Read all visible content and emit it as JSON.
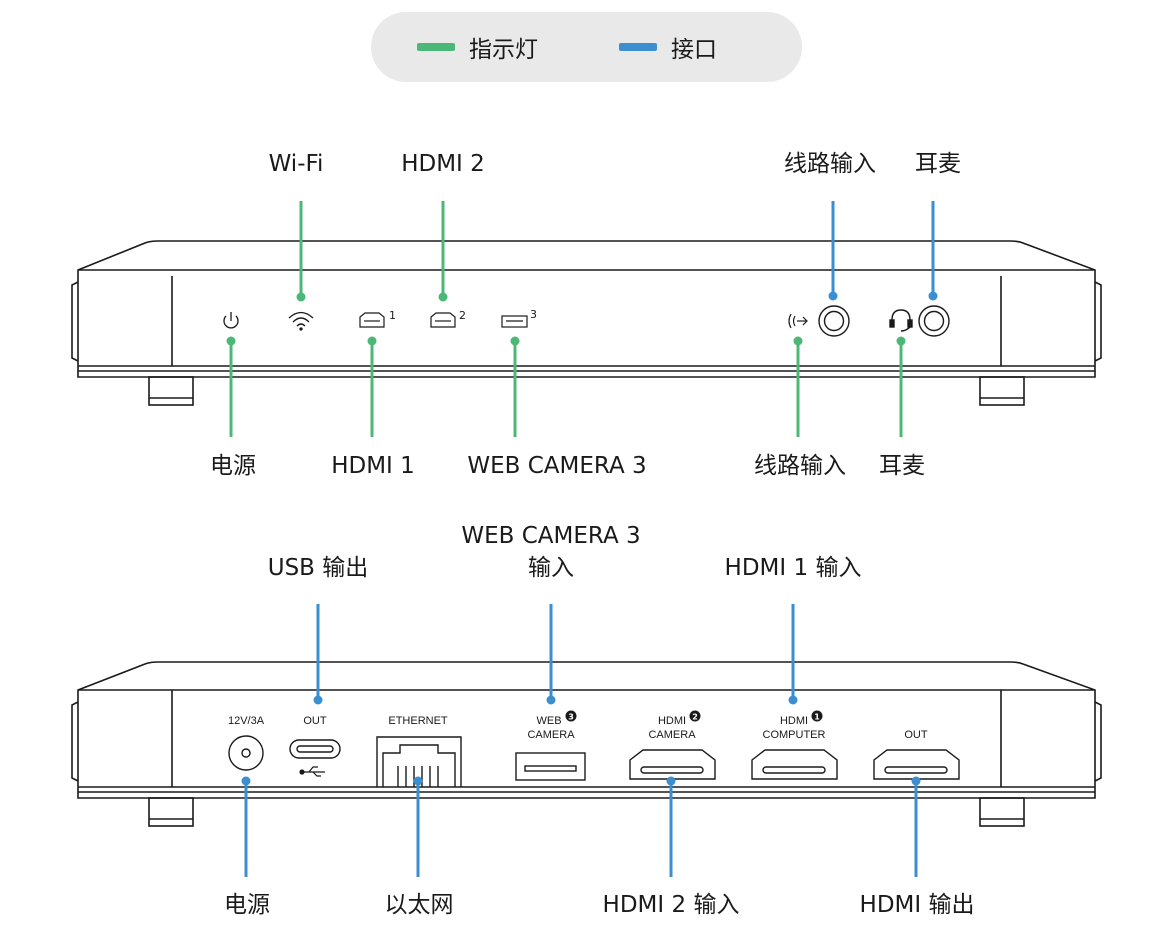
{
  "colors": {
    "indicator": "#4cb877",
    "port": "#3b8fd0",
    "device_stroke": "#1a1a1a",
    "legend_bg": "#e9e9e9"
  },
  "legend": {
    "indicator_label": "指示灯",
    "port_label": "接口"
  },
  "front_panel": {
    "top_labels": {
      "wifi": "Wi-Fi",
      "hdmi2": "HDMI 2",
      "line_in": "线路输入",
      "headset": "耳麦"
    },
    "bottom_labels": {
      "power": "电源",
      "hdmi1": "HDMI 1",
      "webcam3": "WEB CAMERA 3",
      "line_in": "线路输入",
      "headset": "耳麦"
    },
    "icon_numbers": {
      "hdmi1": "1",
      "hdmi2": "2",
      "webcam3": "3"
    }
  },
  "rear_panel": {
    "top_labels": {
      "usb_out": "USB 输出",
      "webcam3_in_line1": "WEB CAMERA 3",
      "webcam3_in_line2": "输入",
      "hdmi1_in": "HDMI 1 输入"
    },
    "bottom_labels": {
      "power": "电源",
      "ethernet": "以太网",
      "hdmi2_in": "HDMI 2 输入",
      "hdmi_out": "HDMI 输出"
    },
    "port_text": {
      "power": "12V/3A",
      "usb": "OUT",
      "ethernet": "ETHERNET",
      "webcam_line1": "WEB",
      "webcam_num": "3",
      "webcam_line2": "CAMERA",
      "hdmi2_line1": "HDMI",
      "hdmi2_num": "2",
      "hdmi2_line2": "CAMERA",
      "hdmi1_line1": "HDMI",
      "hdmi1_num": "1",
      "hdmi1_line2": "COMPUTER",
      "hdmiout": "OUT"
    }
  }
}
